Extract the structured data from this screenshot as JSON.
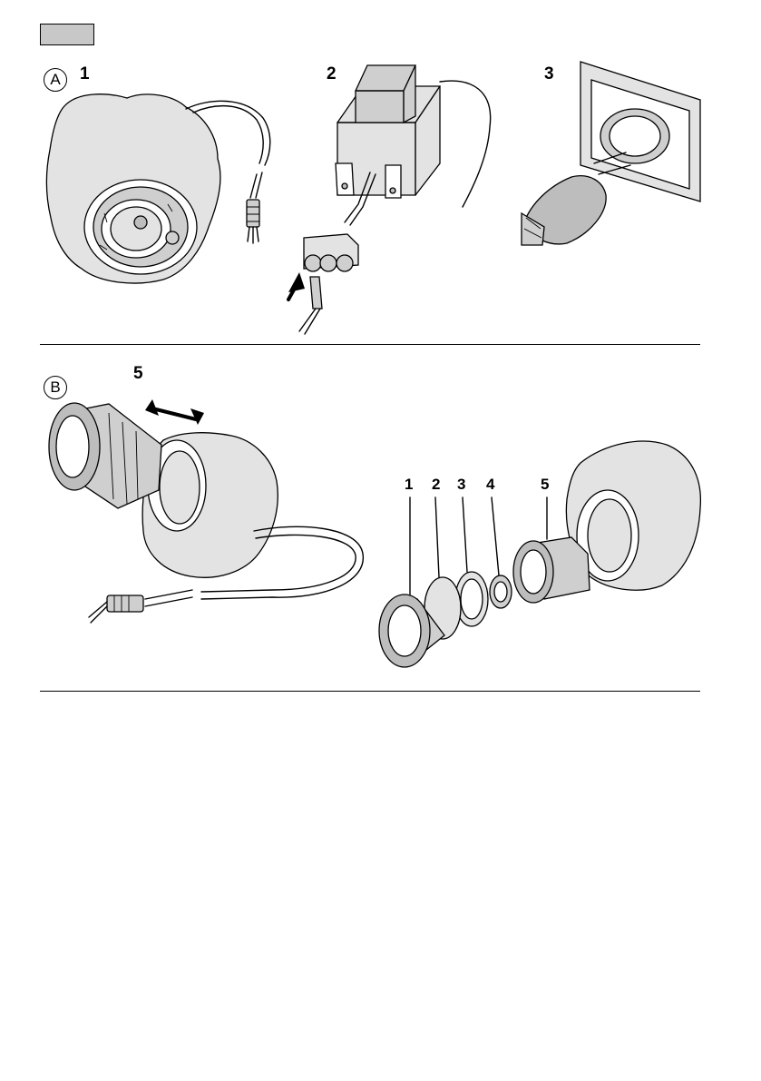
{
  "language_marker": "",
  "section_a": {
    "label": "A",
    "steps": [
      "1",
      "2",
      "3"
    ]
  },
  "section_b": {
    "label": "B",
    "callout_left": "5",
    "parts": [
      "1",
      "2",
      "3",
      "4",
      "5"
    ]
  }
}
